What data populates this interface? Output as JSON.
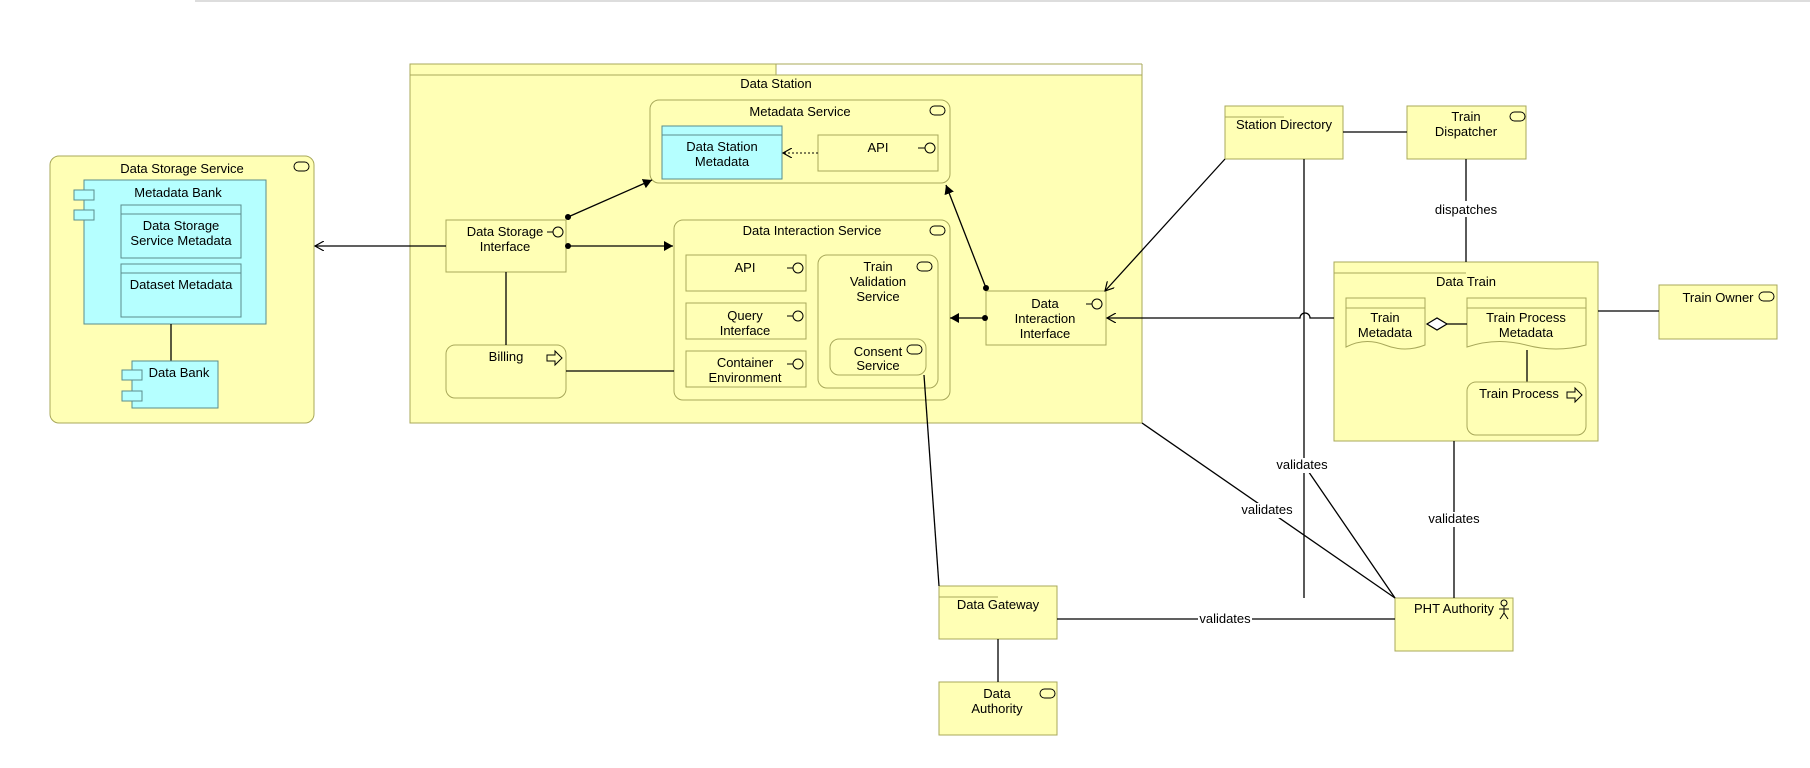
{
  "top_rule_color": "#bbbbbb",
  "colors": {
    "element": "#ffffb5",
    "data_object": "#b5ffff",
    "border": "#a8a85a",
    "line": "#000000"
  },
  "nodes": {
    "data_storage_service": "Data Storage Service",
    "metadata_bank": "Metadata Bank",
    "data_storage_service_metadata": [
      "Data Storage",
      "Service Metadata"
    ],
    "dataset_metadata": "Dataset Metadata",
    "data_bank": "Data Bank",
    "data_station": "Data Station",
    "metadata_service": "Metadata Service",
    "data_station_metadata": [
      "Data Station",
      "Metadata"
    ],
    "api_metadata": "API",
    "data_storage_interface": [
      "Data Storage",
      "Interface"
    ],
    "billing": "Billing",
    "data_interaction_service": "Data Interaction Service",
    "api_interaction": "API",
    "query_interface": [
      "Query",
      "Interface"
    ],
    "container_environment": [
      "Container",
      "Environment"
    ],
    "train_validation_service": [
      "Train",
      "Validation",
      "Service"
    ],
    "consent_service": [
      "Consent",
      "Service"
    ],
    "data_interaction_interface": [
      "Data",
      "Interaction",
      "Interface"
    ],
    "station_directory": "Station Directory",
    "train_dispatcher": [
      "Train",
      "Dispatcher"
    ],
    "data_train": "Data Train",
    "train_metadata": [
      "Train",
      "Metadata"
    ],
    "train_process_metadata": [
      "Train Process",
      "Metadata"
    ],
    "train_process": "Train Process",
    "train_owner": "Train Owner",
    "data_gateway": "Data Gateway",
    "data_authority": [
      "Data",
      "Authority"
    ],
    "pht_authority": "PHT Authority"
  },
  "edge_labels": {
    "dispatches": "dispatches",
    "validates_directory": "validates",
    "validates_station": "validates",
    "validates_train": "validates",
    "validates_gateway": "validates"
  }
}
